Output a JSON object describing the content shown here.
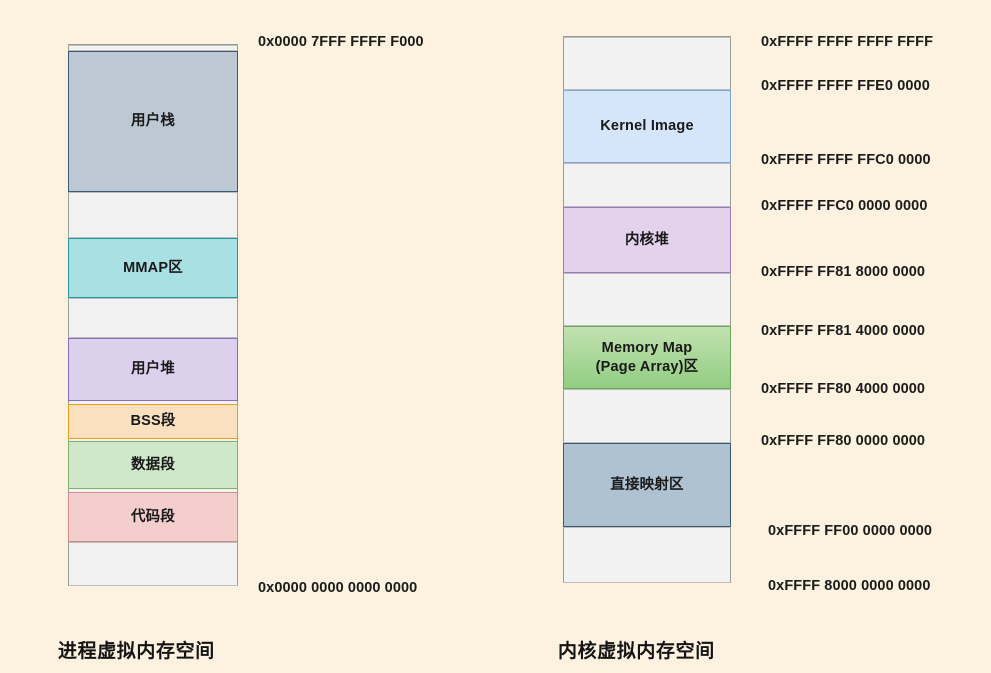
{
  "background_color": "#fdf2e0",
  "diagram": {
    "title_left": "进程虚拟内存空间",
    "title_right": "内核虚拟内存空间",
    "process_space": {
      "caption": "进程虚拟内存空间",
      "blocks": [
        {
          "label": "",
          "kind": "gap",
          "color": "#f2f2f2"
        },
        {
          "label": "用户栈",
          "kind": "stack",
          "color": "#bcc8d4"
        },
        {
          "label": "",
          "kind": "gap",
          "color": "#f2f2f2"
        },
        {
          "label": "MMAP区",
          "kind": "mmap",
          "color": "#a8e0e3"
        },
        {
          "label": "",
          "kind": "gap",
          "color": "#f2f2f2"
        },
        {
          "label": "用户堆",
          "kind": "heap",
          "color": "#ddd0ec"
        },
        {
          "label": "BSS段",
          "kind": "bss",
          "color": "#fbe0c0"
        },
        {
          "label": "数据段",
          "kind": "data",
          "color": "#cfe8c9"
        },
        {
          "label": "代码段",
          "kind": "text",
          "color": "#f4cdcd"
        },
        {
          "label": "",
          "kind": "gap",
          "color": "#f2f2f2"
        }
      ],
      "addresses": [
        {
          "value": "0x0000 7FFF FFFF F000"
        },
        {
          "value": "0x0000 0000 0000 0000"
        }
      ]
    },
    "kernel_space": {
      "caption": "内核虚拟内存空间",
      "blocks": [
        {
          "label": "",
          "kind": "gap",
          "color": "#f2f2f2"
        },
        {
          "label": "Kernel Image",
          "kind": "kimage",
          "color": "#d6e6fa"
        },
        {
          "label": "",
          "kind": "gap",
          "color": "#f2f2f2"
        },
        {
          "label": "内核堆",
          "kind": "kheap",
          "color": "#e3d2ec"
        },
        {
          "label": "",
          "kind": "gap",
          "color": "#f2f2f2"
        },
        {
          "label": "Memory Map\n(Page Array)区",
          "kind": "memmap",
          "color": "#92cd82"
        },
        {
          "label": "",
          "kind": "gap",
          "color": "#f2f2f2"
        },
        {
          "label": "直接映射区",
          "kind": "direct",
          "color": "#aec2d2"
        },
        {
          "label": "",
          "kind": "gap",
          "color": "#f2f2f2"
        }
      ],
      "block_labels": {
        "kernel_image": "Kernel Image",
        "kernel_heap": "内核堆",
        "memory_map_line1": "Memory Map",
        "memory_map_line2": "(Page Array)区",
        "direct_map": "直接映射区"
      },
      "addresses": [
        {
          "value": "0xFFFF FFFF FFFF FFFF"
        },
        {
          "value": "0xFFFF FFFF FFE0 0000"
        },
        {
          "value": "0xFFFF FFFF FFC0 0000"
        },
        {
          "value": "0xFFFF FFC0 0000 0000"
        },
        {
          "value": "0xFFFF FF81 8000 0000"
        },
        {
          "value": "0xFFFF FF81 4000 0000"
        },
        {
          "value": "0xFFFF FF80 4000 0000"
        },
        {
          "value": "0xFFFF FF80 0000 0000"
        },
        {
          "value": "0xFFFF FF00 0000 0000"
        },
        {
          "value": "0xFFFF 8000 0000 0000"
        }
      ]
    }
  }
}
